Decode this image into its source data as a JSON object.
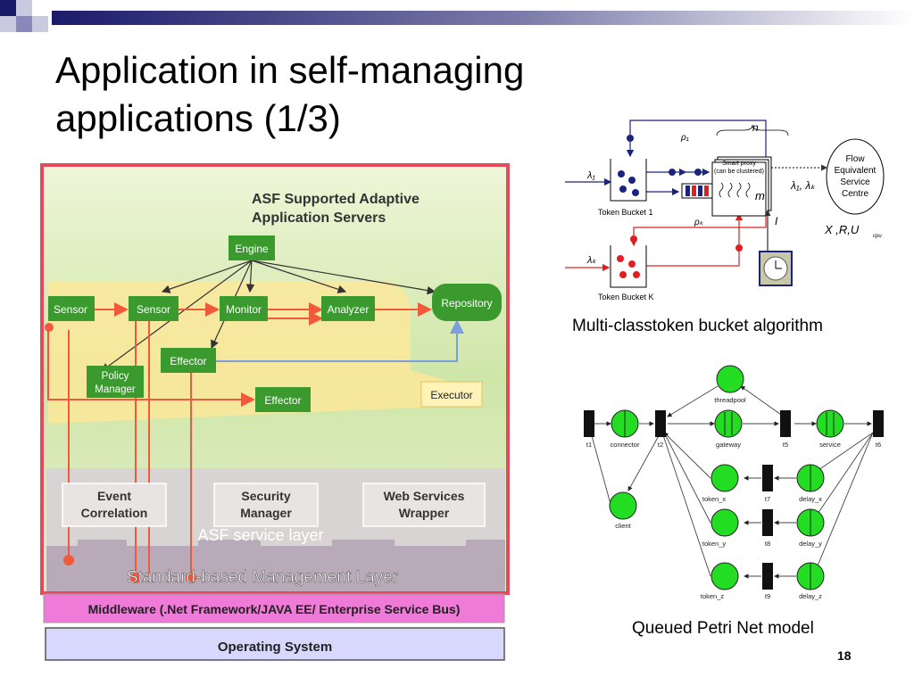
{
  "slide": {
    "title_line1": "Application in self-managing",
    "title_line2": "applications (1/3)",
    "page_number": "18"
  },
  "asf_diagram": {
    "heading_line1": "ASF Supported Adaptive",
    "heading_line2": "Application Servers",
    "engine": "Engine",
    "sensor_left": "Sensor",
    "sensor": "Sensor",
    "monitor": "Monitor",
    "analyzer": "Analyzer",
    "repository": "Repository",
    "effector_top": "Effector",
    "policy_line1": "Policy",
    "policy_line2": "Manager",
    "effector_bottom": "Effector",
    "executor": "Executor",
    "event_line1": "Event",
    "event_line2": "Correlation",
    "security_line1": "Security",
    "security_line2": "Manager",
    "webservices_line1": "Web Services",
    "webservices_line2": "Wrapper",
    "service_layer": "ASF service layer",
    "management_layer": "Standard-based Management Layer",
    "middleware": "Middleware (.Net Framework/JAVA EE/ Enterprise Service Bus)",
    "os": "Operating System"
  },
  "token_bucket": {
    "caption": "Multi-classtoken bucket algorithm",
    "bucket1_label": "Token Bucket 1",
    "bucketk_label": "Token Bucket K",
    "lambda1": "λ₁",
    "lambdak": "λₖ",
    "rho1": "ρ₁",
    "rhok": "ρₖ",
    "n": "n",
    "m": "m",
    "i": "I",
    "proxy_line1": "Smart proxy",
    "proxy_line2": "(can be clustered)",
    "lambda_pair": "λ₁, λₖ",
    "fec_line1": "Flow",
    "fec_line2": "Equivalent",
    "fec_line3": "Service",
    "fec_line4": "Centre",
    "outputs": "X ,R,U",
    "cpu_sub": "cpu"
  },
  "petri_net": {
    "caption": "Queued Petri Net model",
    "places": {
      "threadpool": "threadpool",
      "connector": "connector",
      "gateway": "gateway",
      "service": "service",
      "client": "client",
      "token_x": "token_x",
      "token_y": "token_y",
      "token_z": "token_z",
      "delay_x": "delay_x",
      "delay_y": "delay_y",
      "delay_z": "delay_z"
    },
    "transitions": {
      "t1": "t1",
      "t2": "t2",
      "t5": "t5",
      "t6": "t6",
      "t7": "t7",
      "t8": "t8",
      "t9": "t9"
    }
  },
  "colors": {
    "title_bar_dark": "#1b1b6b",
    "asf_frame": "#e64a5a",
    "asf_bg_green": "#cfe6a8",
    "asf_yellow": "#fbe79a",
    "node_green": "#3a9a2e",
    "red_arrow": "#f05a3a",
    "blue_arrow": "#7a9ee0",
    "middleware_pink": "#f07ad8",
    "os_lavender": "#d8d8ff",
    "place_green": "#22dd22"
  }
}
